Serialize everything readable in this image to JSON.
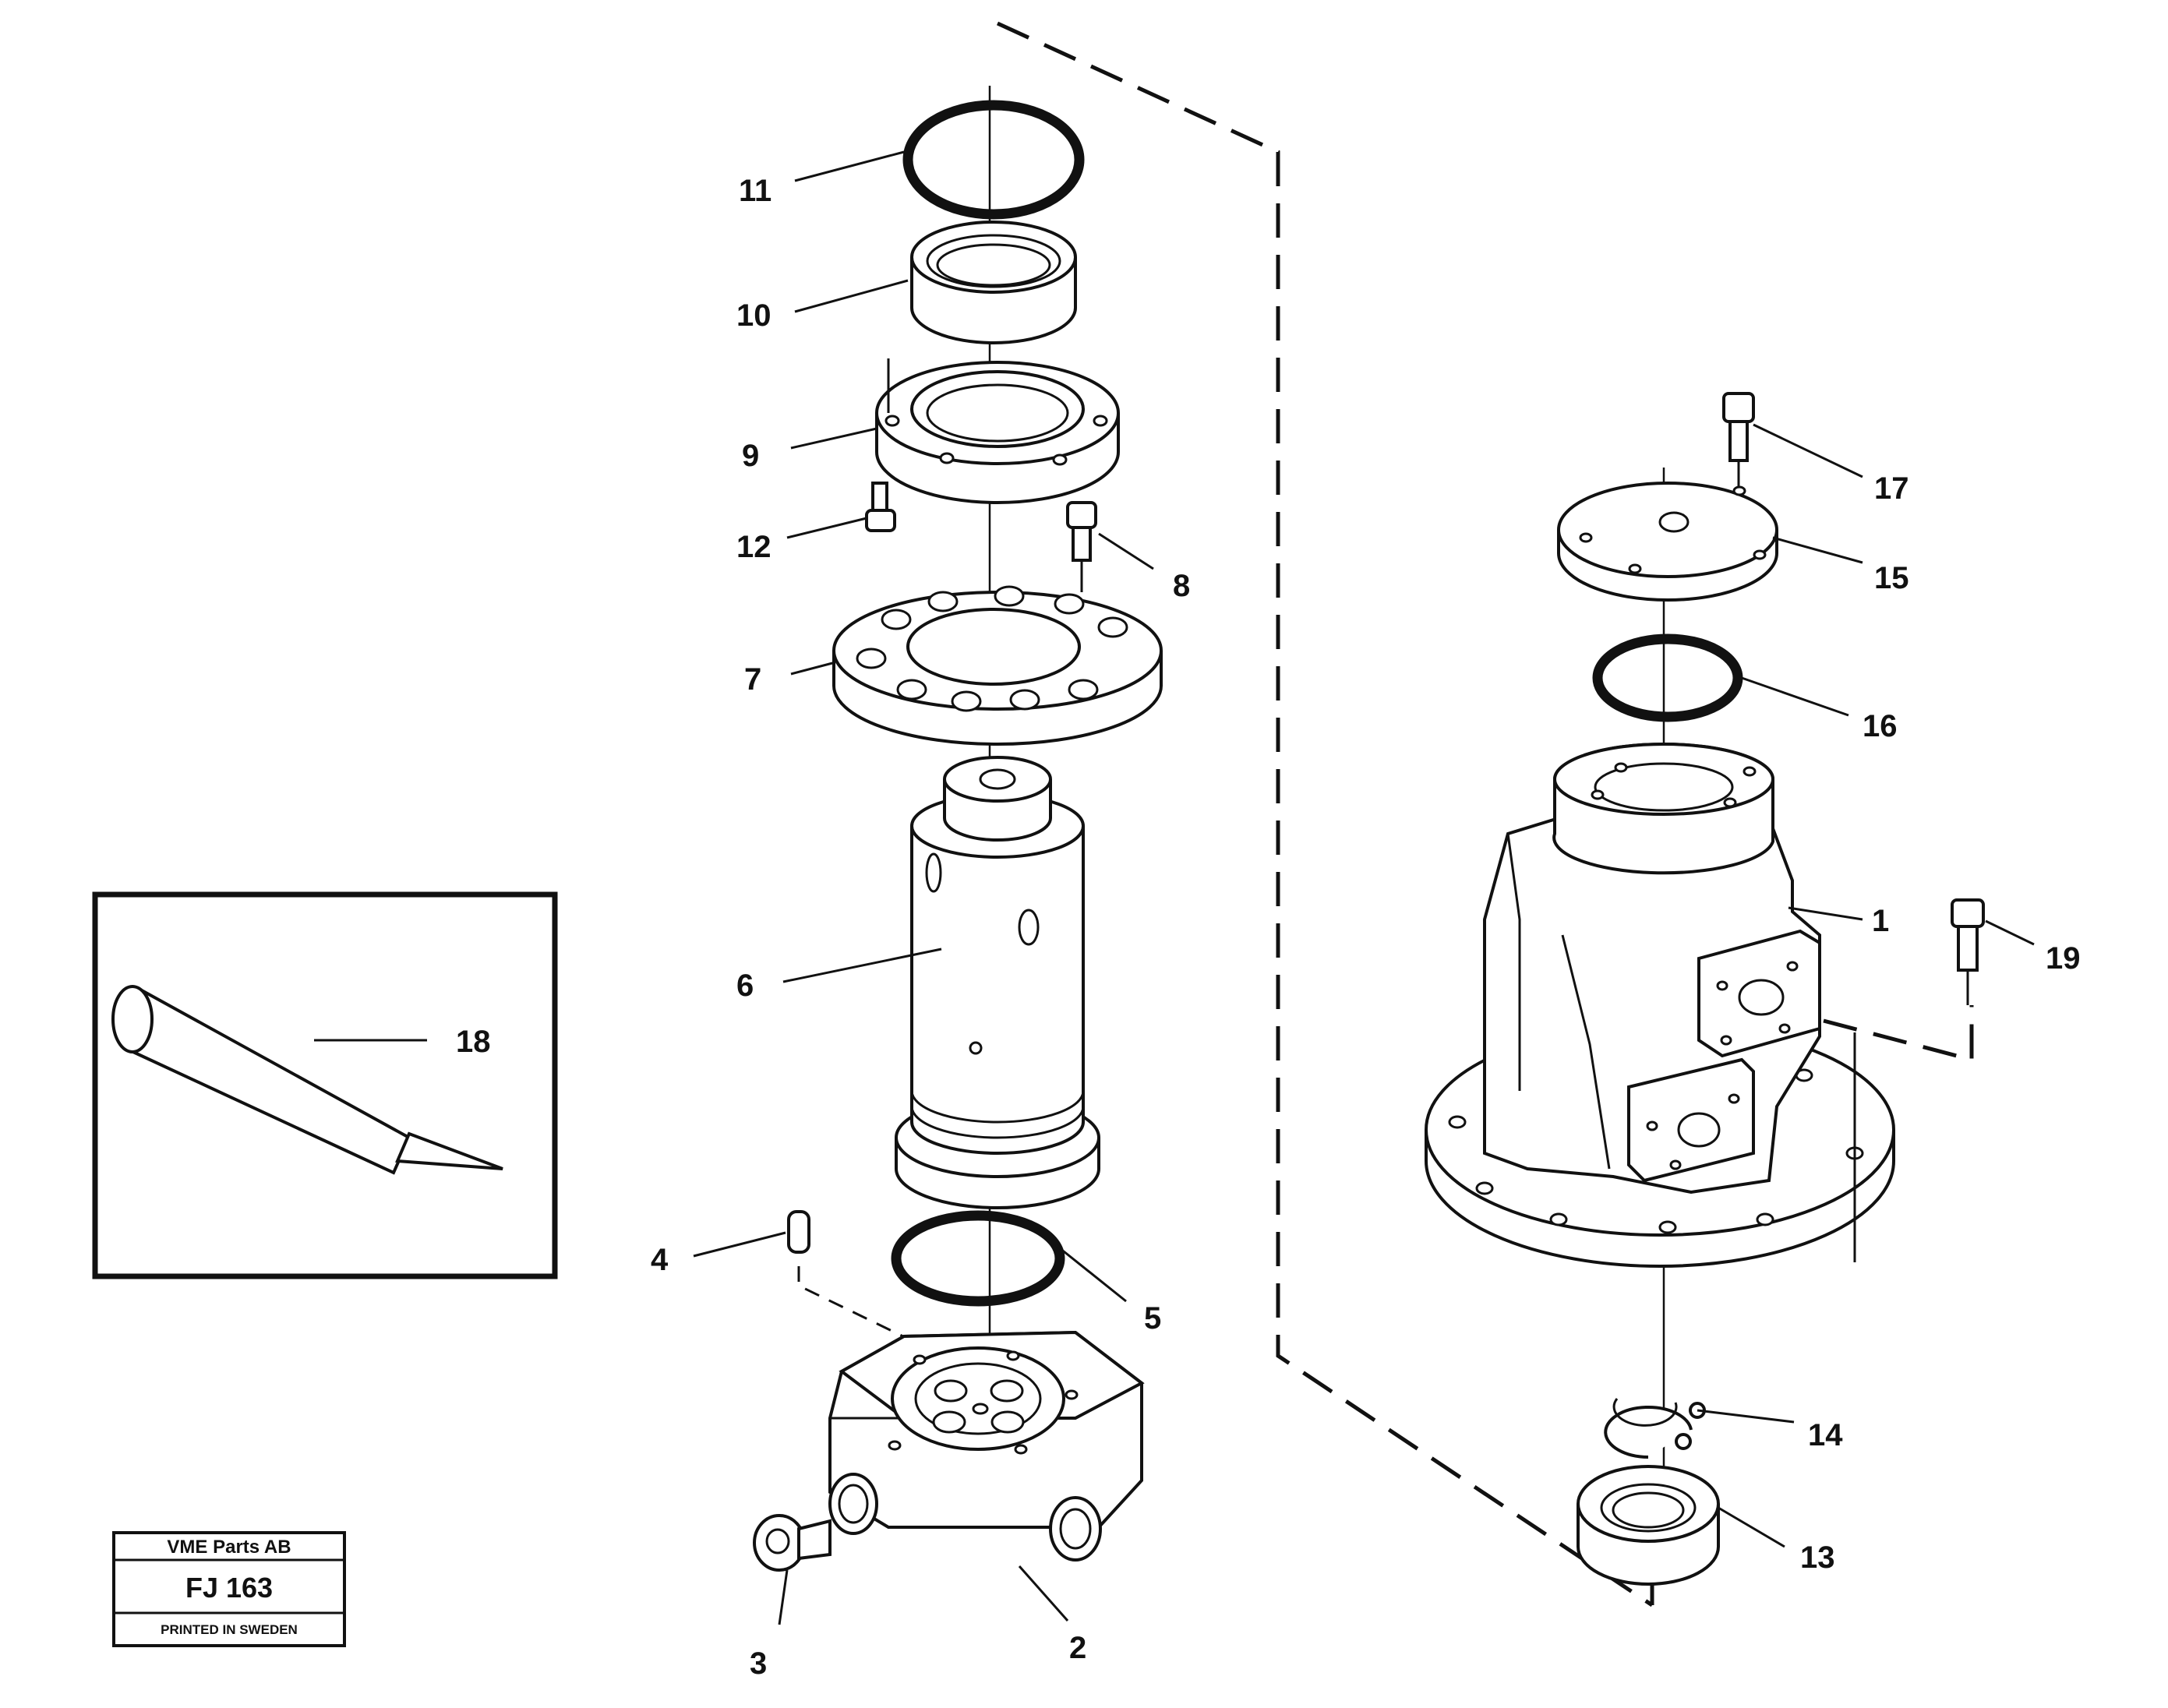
{
  "diagram": {
    "callouts": [
      "1",
      "2",
      "3",
      "4",
      "5",
      "6",
      "7",
      "8",
      "9",
      "10",
      "11",
      "12",
      "13",
      "14",
      "15",
      "16",
      "17",
      "18",
      "19"
    ]
  },
  "title_block": {
    "company": "VME Parts AB",
    "code": "FJ 163",
    "printed": "PRINTED IN SWEDEN"
  }
}
